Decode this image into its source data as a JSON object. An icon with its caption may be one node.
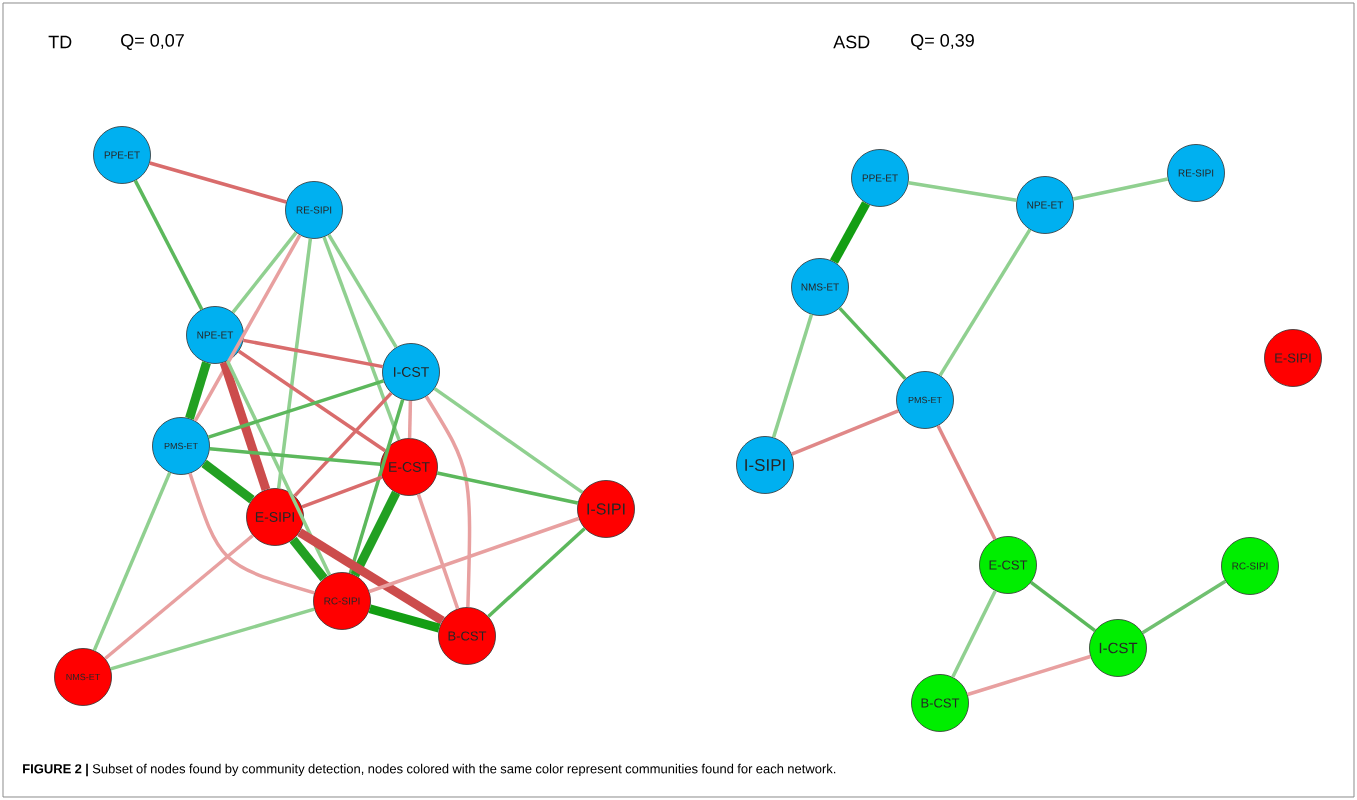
{
  "diagram": {
    "caption": "**FIGURE 2 |** Subset of nodes found by community detection, nodes colored with the same color represent communities found for each network.",
    "nodes": [
      {
        "text": [
          "PPE-ET"
        ]
      },
      {
        "text": [
          "RE-SIPI"
        ]
      },
      {
        "text": [
          "NPE-ET"
        ]
      },
      {
        "text": [
          "I-CST"
        ]
      },
      {
        "text": [
          "PMS-ET"
        ]
      },
      {
        "text": [
          "E-CST"
        ]
      },
      {
        "text": [
          "E-SIPI"
        ]
      },
      {
        "text": [
          "I-SIPI"
        ]
      },
      {
        "text": [
          "RC-SIPI"
        ]
      },
      {
        "text": [
          "B-CST"
        ]
      },
      {
        "text": [
          "NMS-ET"
        ]
      },
      {
        "text": [
          "PPE-ET"
        ]
      },
      {
        "text": [
          "NPE-ET"
        ]
      },
      {
        "text": [
          "RE-SIPI"
        ]
      },
      {
        "text": [
          "NMS-ET"
        ]
      },
      {
        "text": [
          "PMS-ET"
        ]
      },
      {
        "text": [
          "I-SIPI"
        ]
      },
      {
        "text": [
          "E-SIPI"
        ]
      },
      {
        "text": [
          "E-CST"
        ]
      },
      {
        "text": [
          "RC-SIPI"
        ]
      },
      {
        "text": [
          "I-CST"
        ]
      },
      {
        "text": [
          "B-CST"
        ]
      }
    ],
    "edges": [
      {
        "from": 0,
        "to": 1,
        "arrow": "none",
        "color": "#d96c6c"
      },
      {
        "from": 0,
        "to": 2,
        "arrow": "none",
        "color": "#5cb85c"
      },
      {
        "from": 1,
        "to": 2,
        "arrow": "none"
      },
      {
        "from": 1,
        "to": 4,
        "arrow": "none",
        "color": "#e8a0a0"
      },
      {
        "from": 1,
        "to": 6,
        "arrow": "none"
      },
      {
        "from": 1,
        "to": 5,
        "arrow": "none"
      },
      {
        "from": 1,
        "to": 3,
        "arrow": "none"
      },
      {
        "from": 2,
        "to": 4,
        "arrow": "none",
        "style": "thick",
        "color": "#22a022"
      },
      {
        "from": 2,
        "to": 3,
        "arrow": "none",
        "color": "#d96c6c"
      },
      {
        "from": 2,
        "to": 5,
        "arrow": "none",
        "color": "#d96c6c"
      },
      {
        "from": 2,
        "to": 6,
        "arrow": "none",
        "style": "thick",
        "color": "#cc4c4c"
      },
      {
        "from": 2,
        "to": 8,
        "arrow": "none"
      },
      {
        "from": 3,
        "to": 4,
        "arrow": "none",
        "color": "#5cb85c"
      },
      {
        "from": 3,
        "to": 6,
        "arrow": "none",
        "color": "#d96c6c"
      },
      {
        "from": 3,
        "to": 7,
        "arrow": "none"
      },
      {
        "from": 3,
        "to": 8,
        "arrow": "none",
        "color": "#5cb85c"
      },
      {
        "from": 3,
        "to": 5,
        "arrow": "none",
        "color": "#e8a0a0"
      },
      {
        "from": 3,
        "to": 9,
        "arrow": "none",
        "color": "#e8a0a0"
      },
      {
        "from": 4,
        "to": 5,
        "arrow": "none",
        "color": "#5cb85c"
      },
      {
        "from": 4,
        "to": 6,
        "arrow": "none",
        "style": "thick",
        "color": "#22a022"
      },
      {
        "from": 4,
        "to": 10,
        "arrow": "none"
      },
      {
        "from": 4,
        "to": 8,
        "arrow": "none",
        "color": "#e8a0a0"
      },
      {
        "from": 5,
        "to": 6,
        "arrow": "none",
        "color": "#d96c6c"
      },
      {
        "from": 5,
        "to": 7,
        "arrow": "none",
        "color": "#5cb85c"
      },
      {
        "from": 5,
        "to": 8,
        "arrow": "none",
        "style": "thick",
        "color": "#22a022"
      },
      {
        "from": 5,
        "to": 9,
        "arrow": "none",
        "color": "#e8a0a0"
      },
      {
        "from": 6,
        "to": 10,
        "arrow": "none",
        "color": "#e8a0a0"
      },
      {
        "from": 6,
        "to": 9,
        "arrow": "none",
        "style": "thick",
        "color": "#cc4c4c"
      },
      {
        "from": 6,
        "to": 8,
        "arrow": "none",
        "style": "thick",
        "color": "#22a022"
      },
      {
        "from": 7,
        "to": 9,
        "arrow": "none",
        "color": "#5cb85c"
      },
      {
        "from": 7,
        "to": 8,
        "arrow": "none",
        "color": "#e8a0a0"
      },
      {
        "from": 8,
        "to": 9,
        "arrow": "none",
        "style": "thick",
        "color": "#139e13"
      },
      {
        "from": 8,
        "to": 10,
        "arrow": "none"
      },
      {
        "from": 11,
        "to": 12,
        "arrow": "none"
      },
      {
        "from": 12,
        "to": 13,
        "arrow": "none"
      },
      {
        "from": 11,
        "to": 14,
        "arrow": "none",
        "style": "thick",
        "color": "#139e13"
      },
      {
        "from": 14,
        "to": 15,
        "arrow": "none",
        "color": "#5cb85c"
      },
      {
        "from": 14,
        "to": 16,
        "arrow": "none"
      },
      {
        "from": 12,
        "to": 15,
        "arrow": "none"
      },
      {
        "from": 15,
        "to": 16,
        "arrow": "none",
        "color": "#e08888"
      },
      {
        "from": 15,
        "to": 18,
        "arrow": "none",
        "color": "#e08888"
      },
      {
        "from": 18,
        "to": 20,
        "arrow": "none",
        "color": "#5cb85c"
      },
      {
        "from": 18,
        "to": 21,
        "arrow": "none"
      },
      {
        "from": 20,
        "to": 19,
        "arrow": "none",
        "color": "#70c070"
      },
      {
        "from": 20,
        "to": 21,
        "arrow": "none",
        "color": "#e8a0a0"
      }
    ],
    "labels": [
      "TD",
      "Q= 0,07",
      "ASD",
      "Q= 0,39"
    ]
  }
}
